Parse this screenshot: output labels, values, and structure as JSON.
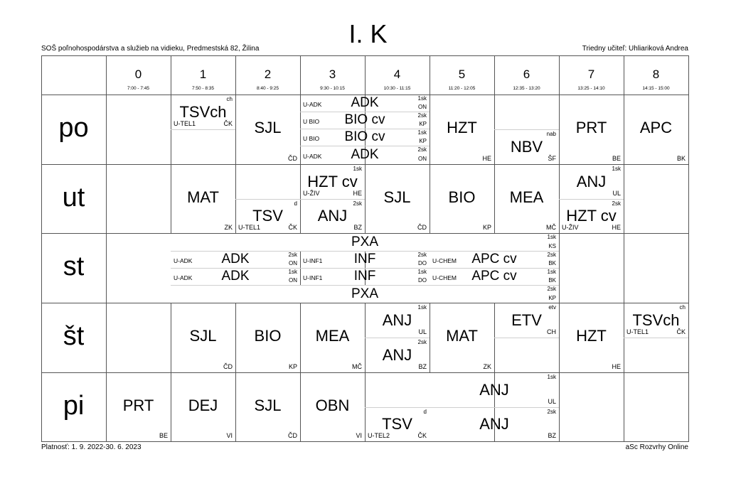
{
  "header": {
    "title": "I. K",
    "school": "SOŠ poľnohospodárstva a služieb na vidieku, Predmestská 82, Žilina",
    "teacher": "Triedny učiteľ: Uhliariková Andrea"
  },
  "footer": {
    "validity": "Platnosť: 1. 9. 2022-30. 6. 2023",
    "brand": "aSc Rozvrhy Online"
  },
  "periods": [
    {
      "num": "0",
      "time": "7:00 - 7:45"
    },
    {
      "num": "1",
      "time": "7:50 - 8:35"
    },
    {
      "num": "2",
      "time": "8:40 - 9:25"
    },
    {
      "num": "3",
      "time": "9:30 - 10:15"
    },
    {
      "num": "4",
      "time": "10:30 - 11:15"
    },
    {
      "num": "5",
      "time": "11:20 - 12:05"
    },
    {
      "num": "6",
      "time": "12:35 - 13:20"
    },
    {
      "num": "7",
      "time": "13:25 - 14:10"
    },
    {
      "num": "8",
      "time": "14:15 - 15:00"
    }
  ],
  "days": [
    "po",
    "ut",
    "st",
    "št",
    "pi"
  ],
  "lessons": {
    "po_1": {
      "subject": "TSVch",
      "group": "ch",
      "room": "U-TEL1",
      "teacher": "ČK"
    },
    "po_2": {
      "subject": "SJL",
      "teacher": "ČD"
    },
    "po_34a": {
      "subject": "ADK",
      "group": "1sk",
      "room": "U-ADK",
      "teacher": "ON"
    },
    "po_34b": {
      "subject": "BIO cv",
      "group": "2sk",
      "room": "U BIO",
      "teacher": "KP"
    },
    "po_34c": {
      "subject": "BIO cv",
      "group": "1sk",
      "room": "U BIO",
      "teacher": "KP"
    },
    "po_34d": {
      "subject": "ADK",
      "group": "2sk",
      "room": "U-ADK",
      "teacher": "ON"
    },
    "po_5": {
      "subject": "HZT",
      "teacher": "HE"
    },
    "po_6": {
      "subject": "NBV",
      "group": "nab",
      "teacher": "ŠF"
    },
    "po_7": {
      "subject": "PRT",
      "teacher": "BE"
    },
    "po_8": {
      "subject": "APC",
      "teacher": "BK"
    },
    "ut_1": {
      "subject": "MAT",
      "teacher": "ZK"
    },
    "ut_2": {
      "subject": "TSV",
      "group": "d",
      "room": "U-TEL1",
      "teacher": "ČK"
    },
    "ut_3a": {
      "subject": "HZT cv",
      "group": "1sk",
      "room": "U-ŽIV",
      "teacher": "HE"
    },
    "ut_3b": {
      "subject": "ANJ",
      "group": "2sk",
      "teacher": "BZ"
    },
    "ut_4": {
      "subject": "SJL",
      "teacher": "ČD"
    },
    "ut_5": {
      "subject": "BIO",
      "teacher": "KP"
    },
    "ut_6": {
      "subject": "MEA",
      "teacher": "MČ"
    },
    "ut_7a": {
      "subject": "ANJ",
      "group": "1sk",
      "teacher": "UL"
    },
    "ut_7b": {
      "subject": "HZT cv",
      "group": "2sk",
      "room": "U-ŽIV",
      "teacher": "HE"
    },
    "st_pxa1": {
      "subject": "PXA",
      "group": "1sk",
      "teacher": "KS"
    },
    "st_adk2": {
      "subject": "ADK",
      "group": "2sk",
      "room": "U-ADK",
      "teacher": "ON"
    },
    "st_adk1": {
      "subject": "ADK",
      "group": "1sk",
      "room": "U-ADK",
      "teacher": "ON"
    },
    "st_inf2": {
      "subject": "INF",
      "group": "2sk",
      "room": "U-INF1",
      "teacher": "DO"
    },
    "st_inf1": {
      "subject": "INF",
      "group": "1sk",
      "room": "U-INF1",
      "teacher": "DO"
    },
    "st_apc2": {
      "subject": "APC cv",
      "group": "2sk",
      "room": "U-CHEM",
      "teacher": "BK"
    },
    "st_apc1": {
      "subject": "APC cv",
      "group": "1sk",
      "room": "U-CHEM",
      "teacher": "BK"
    },
    "st_pxa2": {
      "subject": "PXA",
      "group": "2sk",
      "teacher": "KP"
    },
    "st4_1": {
      "subject": "SJL",
      "teacher": "ČD"
    },
    "st4_2": {
      "subject": "BIO",
      "teacher": "KP"
    },
    "st4_3": {
      "subject": "MEA",
      "teacher": "MČ"
    },
    "st4_4a": {
      "subject": "ANJ",
      "group": "1sk",
      "teacher": "UL"
    },
    "st4_4b": {
      "subject": "ANJ",
      "group": "2sk",
      "teacher": "BZ"
    },
    "st4_5": {
      "subject": "MAT",
      "teacher": "ZK"
    },
    "st4_6": {
      "subject": "ETV",
      "group": "etv",
      "teacher": "CH"
    },
    "st4_7": {
      "subject": "HZT",
      "teacher": "HE"
    },
    "st4_8": {
      "subject": "TSVch",
      "group": "ch",
      "room": "U-TEL1",
      "teacher": "ČK"
    },
    "pi_0": {
      "subject": "PRT",
      "teacher": "BE"
    },
    "pi_1": {
      "subject": "DEJ",
      "teacher": "VI"
    },
    "pi_2": {
      "subject": "SJL",
      "teacher": "ČD"
    },
    "pi_3": {
      "subject": "OBN",
      "teacher": "VI"
    },
    "pi_4": {
      "subject": "TSV",
      "group": "d",
      "room": "U-TEL2",
      "teacher": "ČK"
    },
    "pi_56a": {
      "subject": "ANJ",
      "group": "1sk",
      "teacher": "UL"
    },
    "pi_56b": {
      "subject": "ANJ",
      "group": "2sk",
      "teacher": "BZ"
    }
  }
}
